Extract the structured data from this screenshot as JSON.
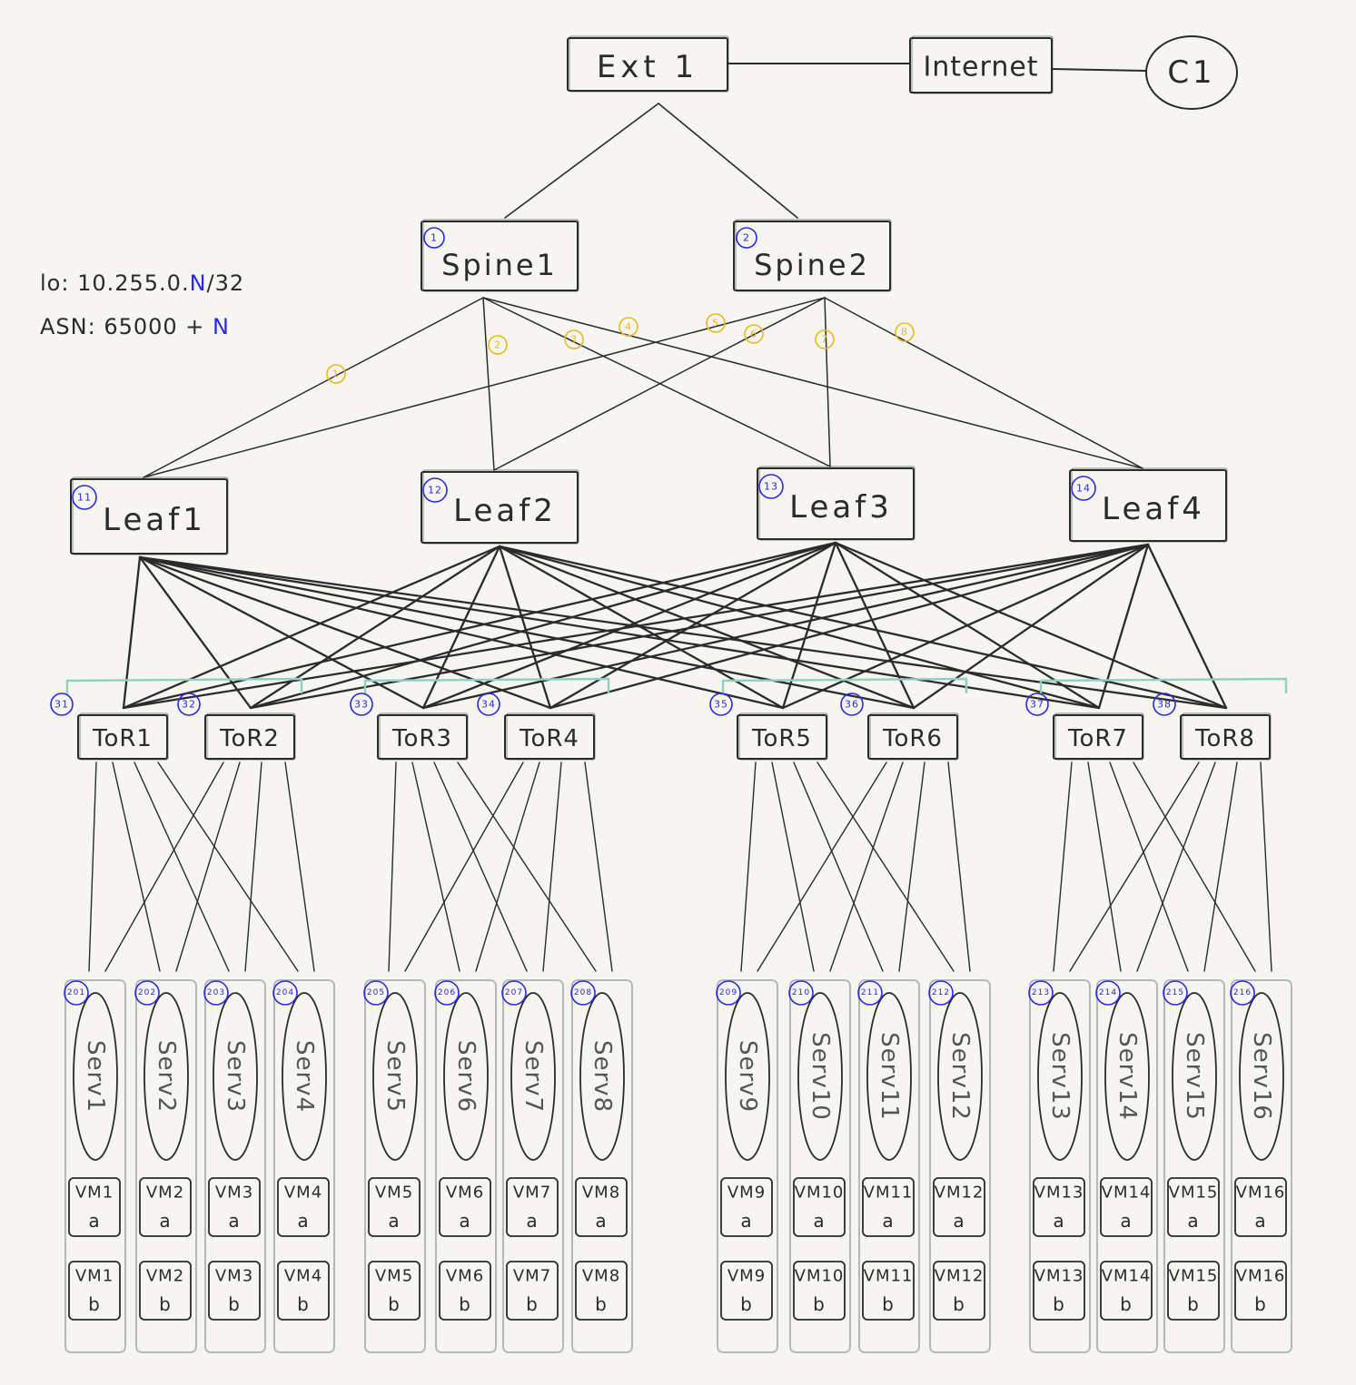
{
  "legend": {
    "lo_prefix": "lo: 10.255.0.",
    "lo_var": "N",
    "lo_suffix": "/32",
    "asn_prefix": "ASN: 65000 + ",
    "asn_var": "N"
  },
  "colors": {
    "ink": "#2b2b2b",
    "node_number": "#2a2adf",
    "link_number": "#e8b820",
    "group_bracket": "#8fd1bd",
    "server_outline": "#b8b8b8",
    "background": "#f6f5f2"
  },
  "nodes": {
    "ext": {
      "label": "Ext 1"
    },
    "internet": {
      "label": "Internet"
    },
    "c1": {
      "label": "C1"
    },
    "spines": [
      {
        "label": "Spine1",
        "num": "1"
      },
      {
        "label": "Spine2",
        "num": "2"
      }
    ],
    "leafs": [
      {
        "label": "Leaf1",
        "num": "11"
      },
      {
        "label": "Leaf2",
        "num": "12"
      },
      {
        "label": "Leaf3",
        "num": "13"
      },
      {
        "label": "Leaf4",
        "num": "14"
      }
    ],
    "tors": [
      {
        "label": "ToR1",
        "num": "31"
      },
      {
        "label": "ToR2",
        "num": "32"
      },
      {
        "label": "ToR3",
        "num": "33"
      },
      {
        "label": "ToR4",
        "num": "34"
      },
      {
        "label": "ToR5",
        "num": "35"
      },
      {
        "label": "ToR6",
        "num": "36"
      },
      {
        "label": "ToR7",
        "num": "37"
      },
      {
        "label": "ToR8",
        "num": "38"
      }
    ],
    "servers": [
      {
        "label": "Serv1",
        "num": "201",
        "vm_a": [
          "VM1",
          "a"
        ],
        "vm_b": [
          "VM1",
          "b"
        ]
      },
      {
        "label": "Serv2",
        "num": "202",
        "vm_a": [
          "VM2",
          "a"
        ],
        "vm_b": [
          "VM2",
          "b"
        ]
      },
      {
        "label": "Serv3",
        "num": "203",
        "vm_a": [
          "VM3",
          "a"
        ],
        "vm_b": [
          "VM3",
          "b"
        ]
      },
      {
        "label": "Serv4",
        "num": "204",
        "vm_a": [
          "VM4",
          "a"
        ],
        "vm_b": [
          "VM4",
          "b"
        ]
      },
      {
        "label": "Serv5",
        "num": "205",
        "vm_a": [
          "VM5",
          "a"
        ],
        "vm_b": [
          "VM5",
          "b"
        ]
      },
      {
        "label": "Serv6",
        "num": "206",
        "vm_a": [
          "VM6",
          "a"
        ],
        "vm_b": [
          "VM6",
          "b"
        ]
      },
      {
        "label": "Serv7",
        "num": "207",
        "vm_a": [
          "VM7",
          "a"
        ],
        "vm_b": [
          "VM7",
          "b"
        ]
      },
      {
        "label": "Serv8",
        "num": "208",
        "vm_a": [
          "VM8",
          "a"
        ],
        "vm_b": [
          "VM8",
          "b"
        ]
      },
      {
        "label": "Serv9",
        "num": "209",
        "vm_a": [
          "VM9",
          "a"
        ],
        "vm_b": [
          "VM9",
          "b"
        ]
      },
      {
        "label": "Serv10",
        "num": "210",
        "vm_a": [
          "VM10",
          "a"
        ],
        "vm_b": [
          "VM10",
          "b"
        ]
      },
      {
        "label": "Serv11",
        "num": "211",
        "vm_a": [
          "VM11",
          "a"
        ],
        "vm_b": [
          "VM11",
          "b"
        ]
      },
      {
        "label": "Serv12",
        "num": "212",
        "vm_a": [
          "VM12",
          "a"
        ],
        "vm_b": [
          "VM12",
          "b"
        ]
      },
      {
        "label": "Serv13",
        "num": "213",
        "vm_a": [
          "VM13",
          "a"
        ],
        "vm_b": [
          "VM13",
          "b"
        ]
      },
      {
        "label": "Serv14",
        "num": "214",
        "vm_a": [
          "VM14",
          "a"
        ],
        "vm_b": [
          "VM14",
          "b"
        ]
      },
      {
        "label": "Serv15",
        "num": "215",
        "vm_a": [
          "VM15",
          "a"
        ],
        "vm_b": [
          "VM15",
          "b"
        ]
      },
      {
        "label": "Serv16",
        "num": "216",
        "vm_a": [
          "VM16",
          "a"
        ],
        "vm_b": [
          "VM16",
          "b"
        ]
      }
    ]
  },
  "spine_leaf_link_numbers": [
    "1",
    "2",
    "3",
    "4",
    "5",
    "6",
    "7",
    "8"
  ]
}
